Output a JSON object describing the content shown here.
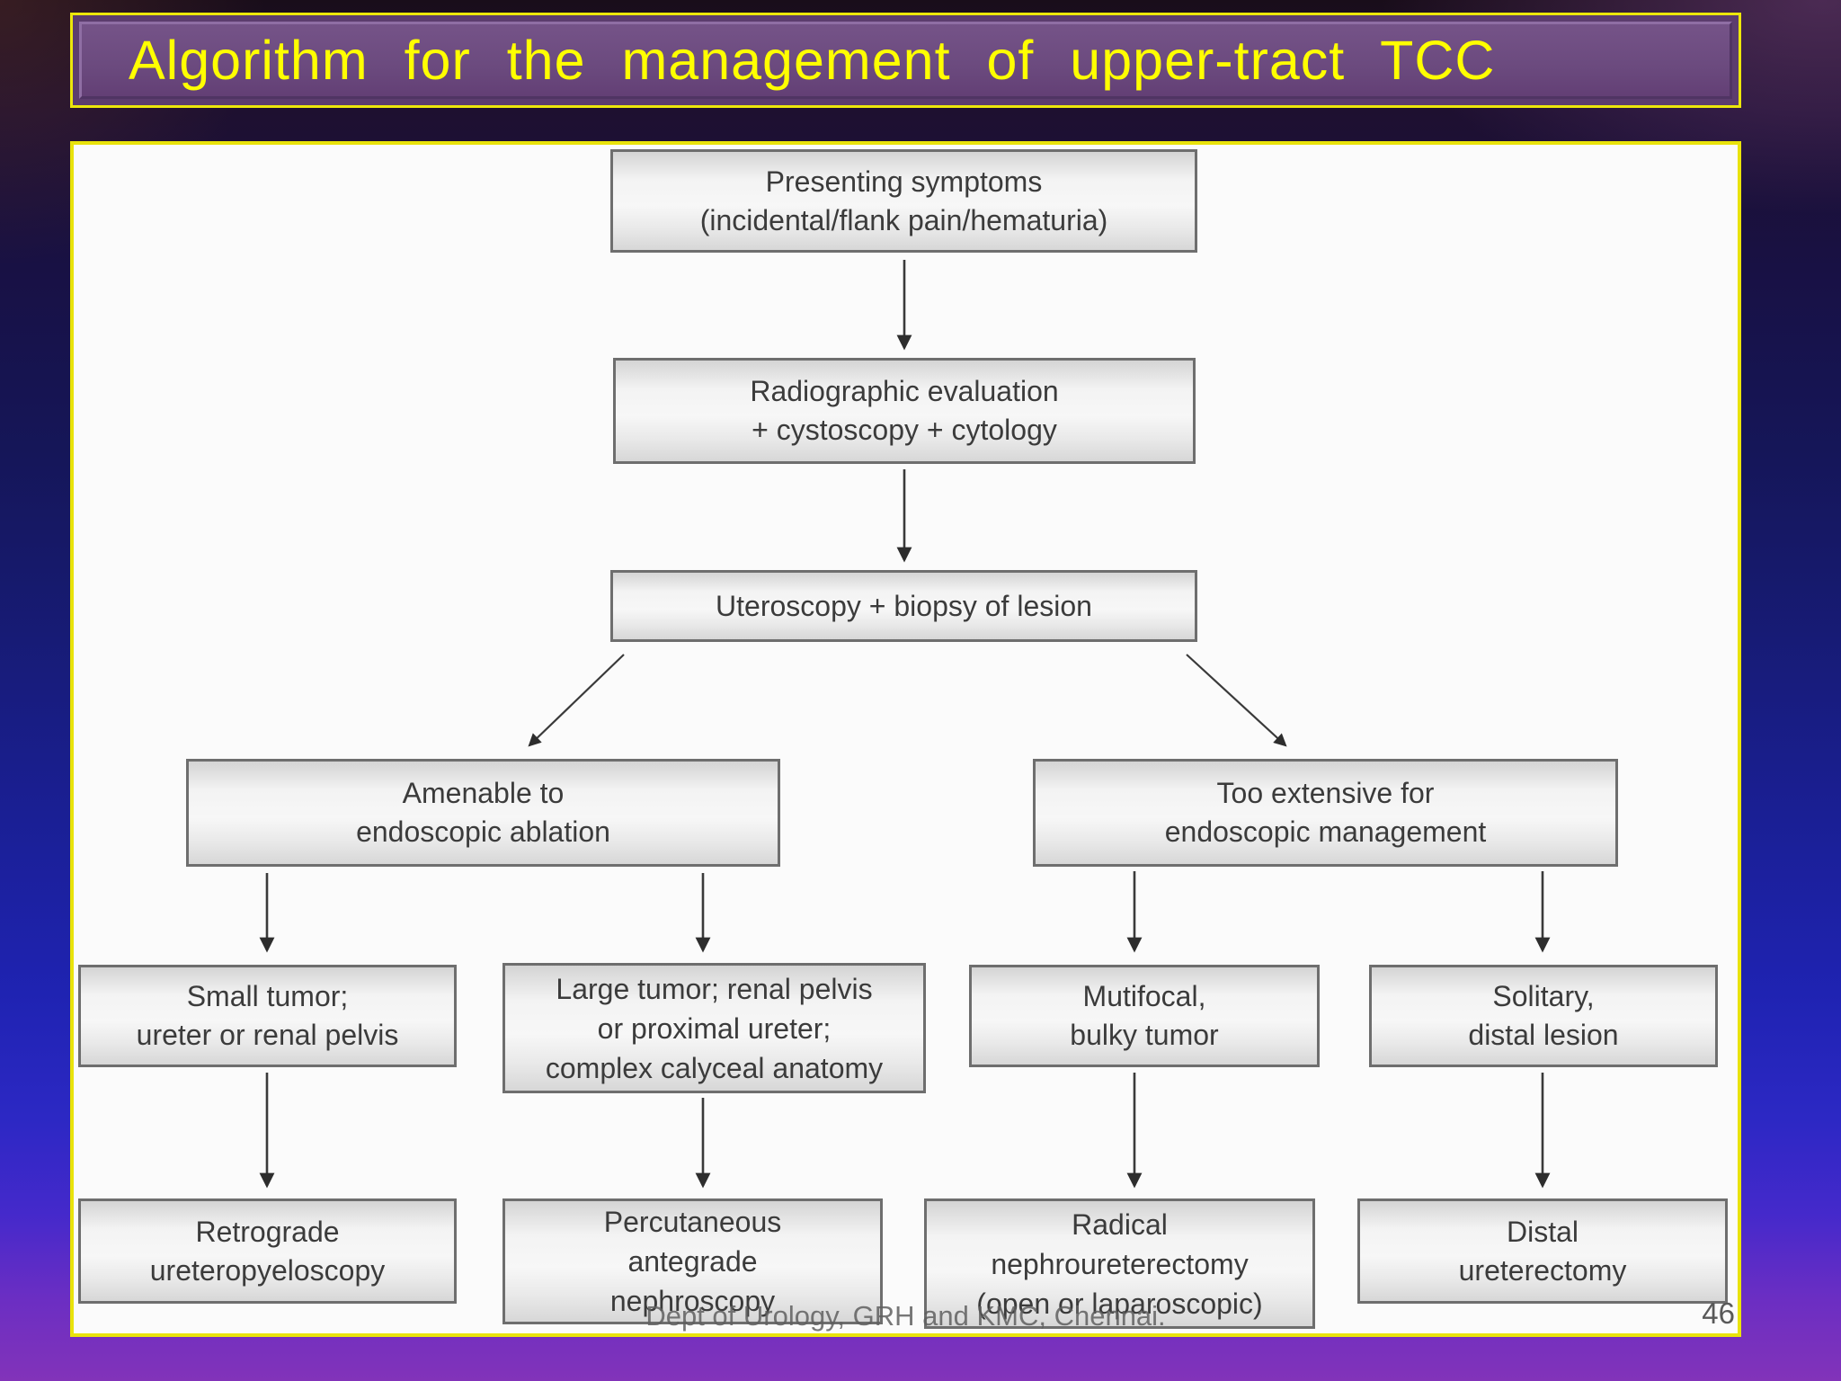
{
  "slide": {
    "title": "Algorithm  for  the  management  of  upper-tract  TCC",
    "footer": "Dept of Urology, GRH and KMC, Chennai.",
    "page_number": "46"
  },
  "colors": {
    "title_text": "#ffff00",
    "title_bar_fill": "#6b4a7e",
    "accent_border": "#ece70a",
    "panel_fill": "#fbfbfb",
    "node_fill": "#ececec",
    "node_border": "#6e6e6e",
    "node_text": "#3b3b3b",
    "background_top": "#190d1a",
    "background_middle": "#1a1f94",
    "background_bottom": "#8233b9"
  },
  "flowchart": {
    "nodes": [
      {
        "id": "presenting-symptoms",
        "lines": [
          "Presenting symptoms",
          "(incidental/flank pain/hematuria)"
        ]
      },
      {
        "id": "radiographic-evaluation",
        "lines": [
          "Radiographic evaluation",
          "+ cystoscopy + cytology"
        ]
      },
      {
        "id": "uteroscopy-biopsy",
        "lines": [
          "Uteroscopy + biopsy of lesion"
        ]
      },
      {
        "id": "amenable-ablation",
        "lines": [
          "Amenable to",
          "endoscopic ablation"
        ]
      },
      {
        "id": "too-extensive",
        "lines": [
          "Too extensive for",
          "endoscopic management"
        ]
      },
      {
        "id": "small-tumor",
        "lines": [
          "Small tumor;",
          "ureter or renal pelvis"
        ]
      },
      {
        "id": "large-tumor",
        "lines": [
          "Large tumor; renal pelvis",
          "or proximal ureter;",
          "complex calyceal anatomy"
        ]
      },
      {
        "id": "multifocal-bulky-tumor",
        "lines": [
          "Mutifocal,",
          "bulky tumor"
        ]
      },
      {
        "id": "solitary-distal-lesion",
        "lines": [
          "Solitary,",
          "distal lesion"
        ]
      },
      {
        "id": "retrograde-ureteropyeloscopy",
        "lines": [
          "Retrograde",
          "ureteropyeloscopy"
        ]
      },
      {
        "id": "percutaneous-nephroscopy",
        "lines": [
          "Percutaneous",
          "antegrade",
          "nephroscopy"
        ]
      },
      {
        "id": "radical-nephroureterectomy",
        "lines": [
          "Radical",
          "nephroureterectomy",
          "(open or laparoscopic)"
        ]
      },
      {
        "id": "distal-ureterectomy",
        "lines": [
          "Distal",
          "ureterectomy"
        ]
      }
    ]
  }
}
